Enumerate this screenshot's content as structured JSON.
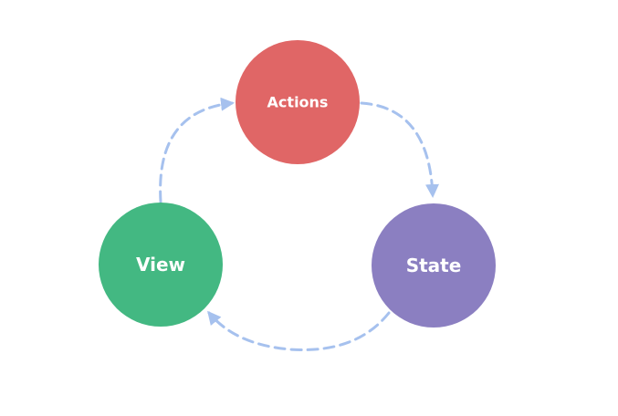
{
  "diagram": {
    "nodes": {
      "actions": {
        "label": "Actions",
        "color": "#e06666"
      },
      "state": {
        "label": "State",
        "color": "#8b7fc1"
      },
      "view": {
        "label": "View",
        "color": "#43b882"
      }
    },
    "edges": [
      {
        "from": "actions",
        "to": "state"
      },
      {
        "from": "state",
        "to": "view"
      },
      {
        "from": "view",
        "to": "actions"
      }
    ],
    "edge_color": "#a6c1ee"
  }
}
